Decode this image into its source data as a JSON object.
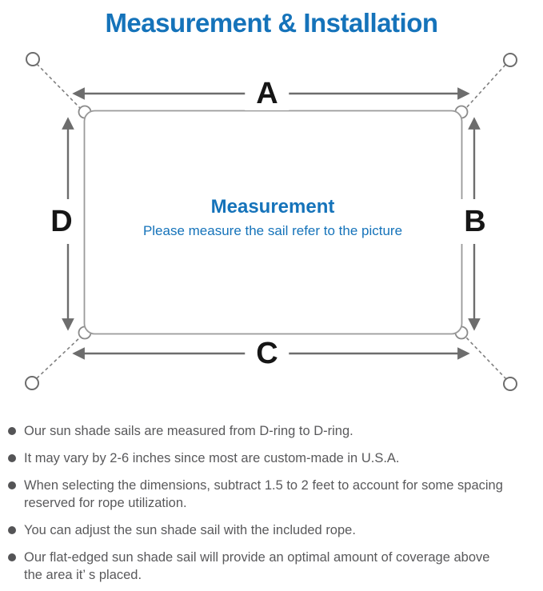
{
  "title": "Measurement & Installation",
  "diagram": {
    "labels": {
      "top": "A",
      "right": "B",
      "bottom": "C",
      "left": "D"
    },
    "center_title": "Measurement",
    "center_subtitle": "Please measure the sail refer to the picture"
  },
  "notes": [
    "Our sun shade sails are measured from D-ring to D-ring.",
    "It may vary by 2-6 inches since most are custom-made in U.S.A.",
    "When selecting the dimensions, subtract 1.5 to 2 feet to account for some spacing\nreserved for rope utilization.",
    "You can adjust the sun shade sail with the included rope.",
    "Our flat-edged sun shade sail will provide an optimal amount of coverage above\nthe area it’ s placed."
  ],
  "colors": {
    "accent_blue": "#1573ba",
    "dimension_label_black": "#161616",
    "line_gray": "#6d6d6d",
    "note_text_gray": "#59595b"
  }
}
